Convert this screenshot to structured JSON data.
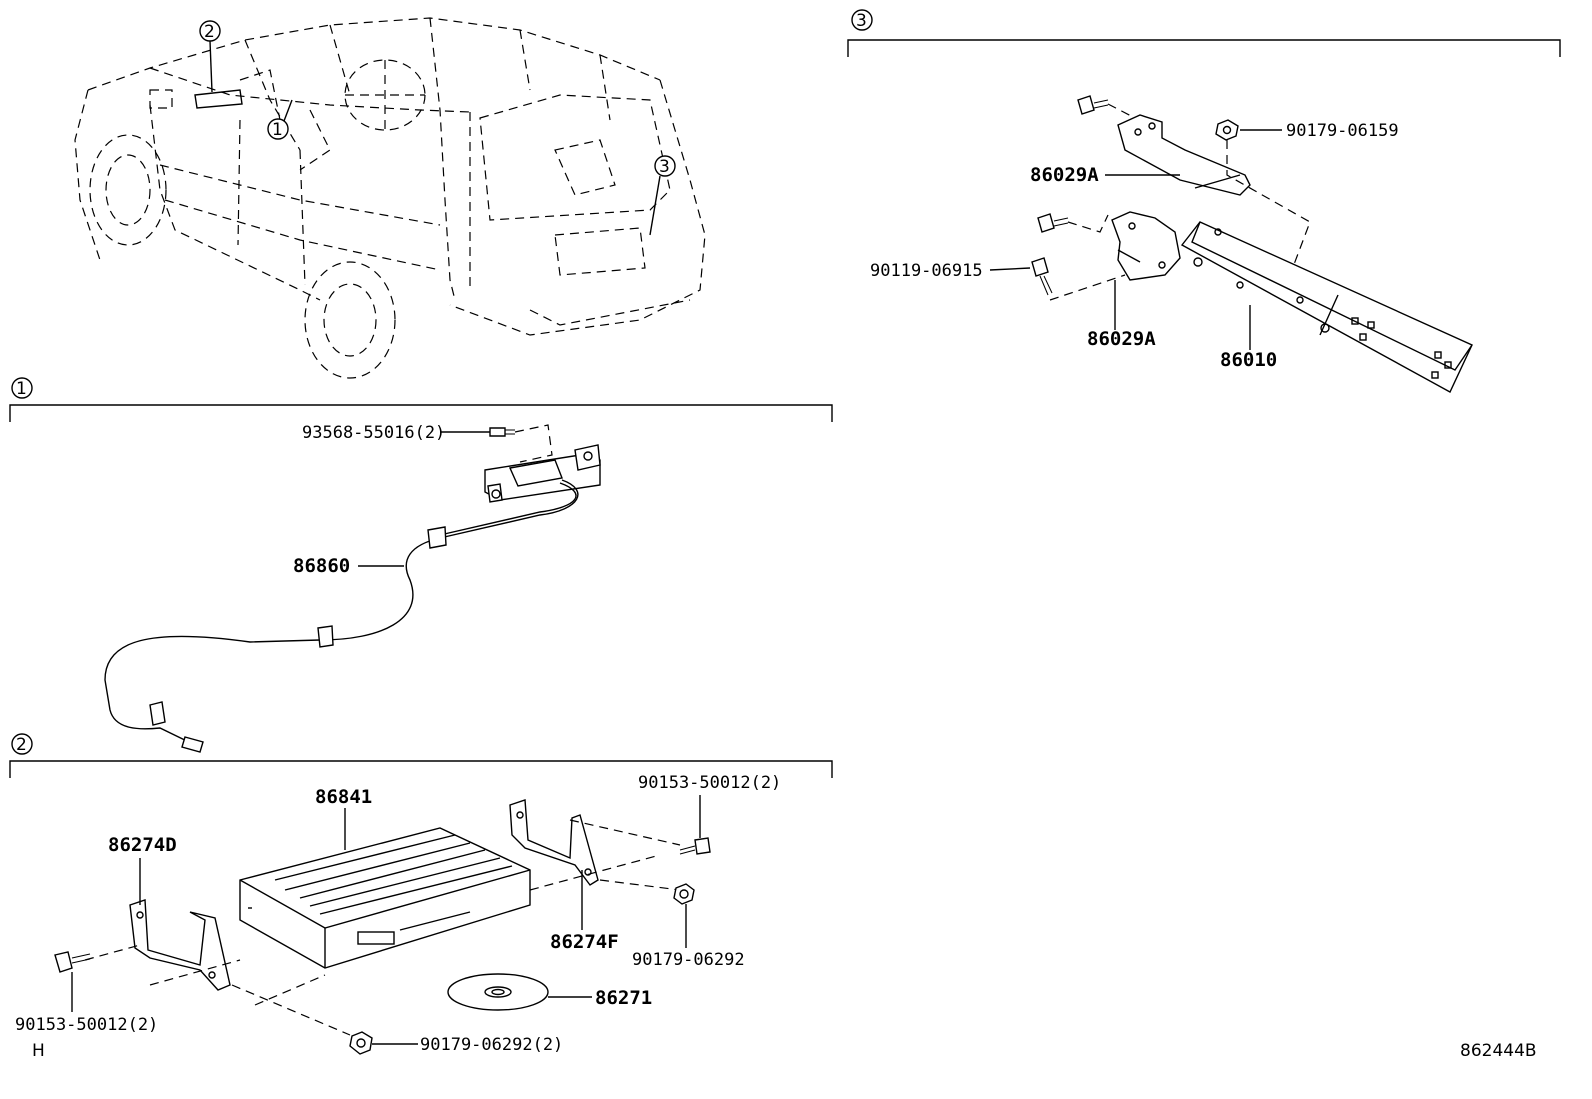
{
  "callouts": {
    "c1": "1",
    "c2": "2",
    "c3": "3"
  },
  "section1": {
    "p_93568": "93568-55016(2)",
    "p_86860": "86860"
  },
  "section2": {
    "p_86841": "86841",
    "p_86274D": "86274D",
    "p_86274F": "86274F",
    "p_90153_right": "90153-50012(2)",
    "p_90179_right": "90179-06292",
    "p_86271": "86271",
    "p_90153_left": "90153-50012(2)",
    "p_90179_bottom": "90179-06292(2)"
  },
  "section3": {
    "p_90179_06159": "90179-06159",
    "p_86029A_top": "86029A",
    "p_90119": "90119-06915",
    "p_86029A_bottom": "86029A",
    "p_86010": "86010"
  },
  "footer": {
    "corner_mark": "H",
    "diagram_id": "862444B"
  }
}
